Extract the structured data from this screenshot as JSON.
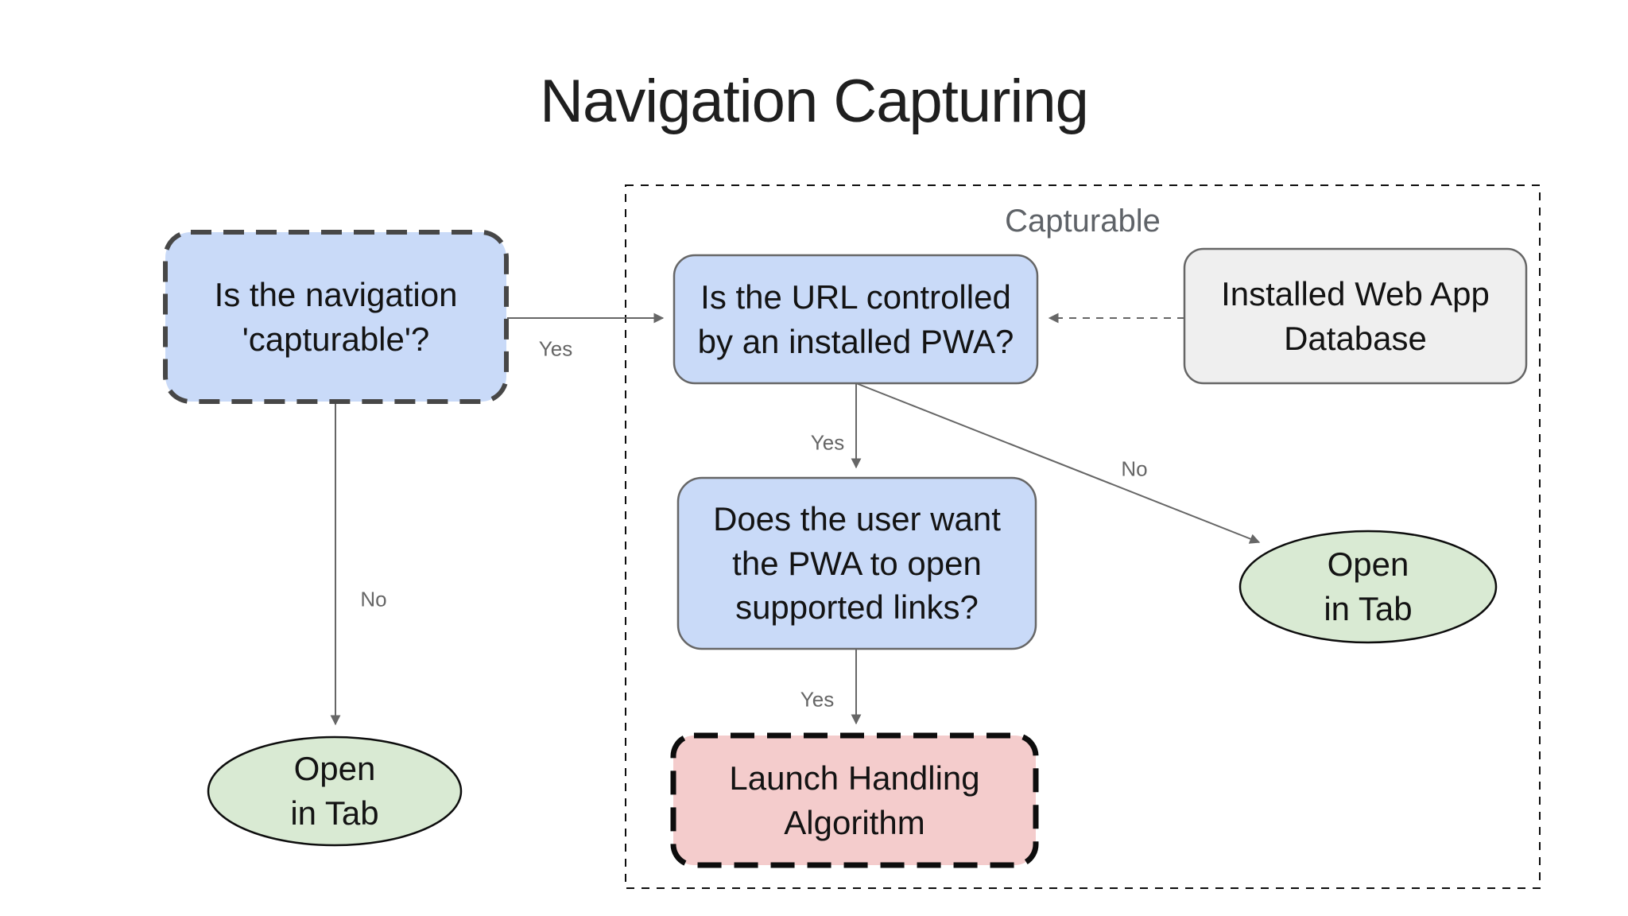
{
  "title": "Navigation Capturing",
  "group": {
    "label": "Capturable"
  },
  "nodes": {
    "capturable_question": "Is the navigation\n'capturable'?",
    "url_controlled": "Is the URL controlled\nby an installed PWA?",
    "installed_db": "Installed Web App\nDatabase",
    "user_want": "Does the user want\nthe PWA to open\nsupported links?",
    "launch_handling": "Launch Handling\nAlgorithm",
    "open_in_tab_left": "Open\nin Tab",
    "open_in_tab_right": "Open\nin Tab"
  },
  "edges": {
    "capturable_yes": "Yes",
    "capturable_no": "No",
    "url_yes": "Yes",
    "url_no": "No",
    "user_yes": "Yes"
  },
  "colors": {
    "node-blue": "#c9daf8",
    "node-green": "#d9ead3",
    "node-pink": "#f4cccc",
    "node-gray": "#efefef",
    "stroke-gray": "#666666",
    "stroke-dark": "#474747",
    "stroke-black": "#0d0d0d",
    "label-gray": "#666666",
    "group-label-gray": "#5f6368",
    "text-black": "#131313",
    "title-black": "#1f1f1f"
  }
}
